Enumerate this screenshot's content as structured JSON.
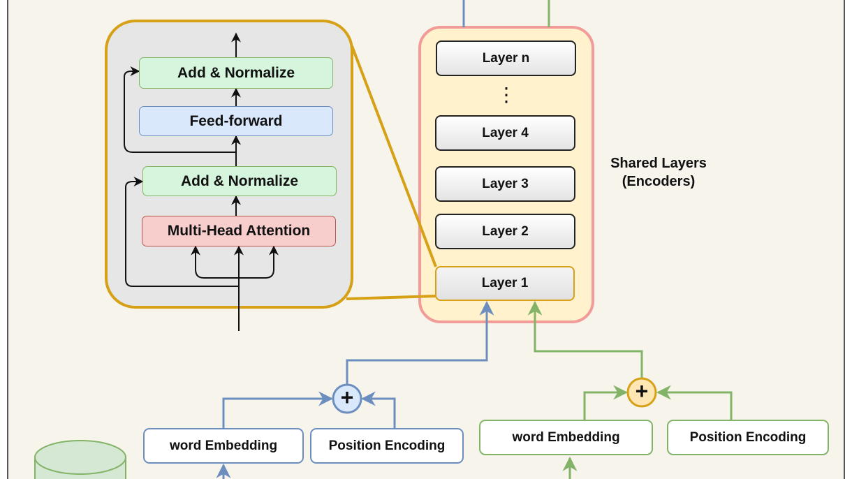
{
  "encoder_detail": {
    "add_normalize_top": "Add & Normalize",
    "feed_forward": "Feed-forward",
    "add_normalize_bottom": "Add & Normalize",
    "multi_head_attention": "Multi-Head Attention"
  },
  "shared_stack": {
    "layers": [
      "Layer n",
      "Layer 4",
      "Layer 3",
      "Layer 2",
      "Layer 1"
    ],
    "ellipsis": "⋮",
    "label_line1": "Shared Layers",
    "label_line2": "(Encoders)"
  },
  "left_input": {
    "word_embedding": "word Embedding",
    "position_encoding": "Position Encoding",
    "sum_symbol": "+"
  },
  "right_input": {
    "word_embedding": "word Embedding",
    "position_encoding": "Position Encoding",
    "sum_symbol": "+"
  },
  "colors": {
    "blue_path": "#6c8ebf",
    "green_path": "#82b366",
    "detail_border": "#d6a017",
    "stack_border": "#f19c99",
    "stack_fill": "#fff2cc"
  }
}
